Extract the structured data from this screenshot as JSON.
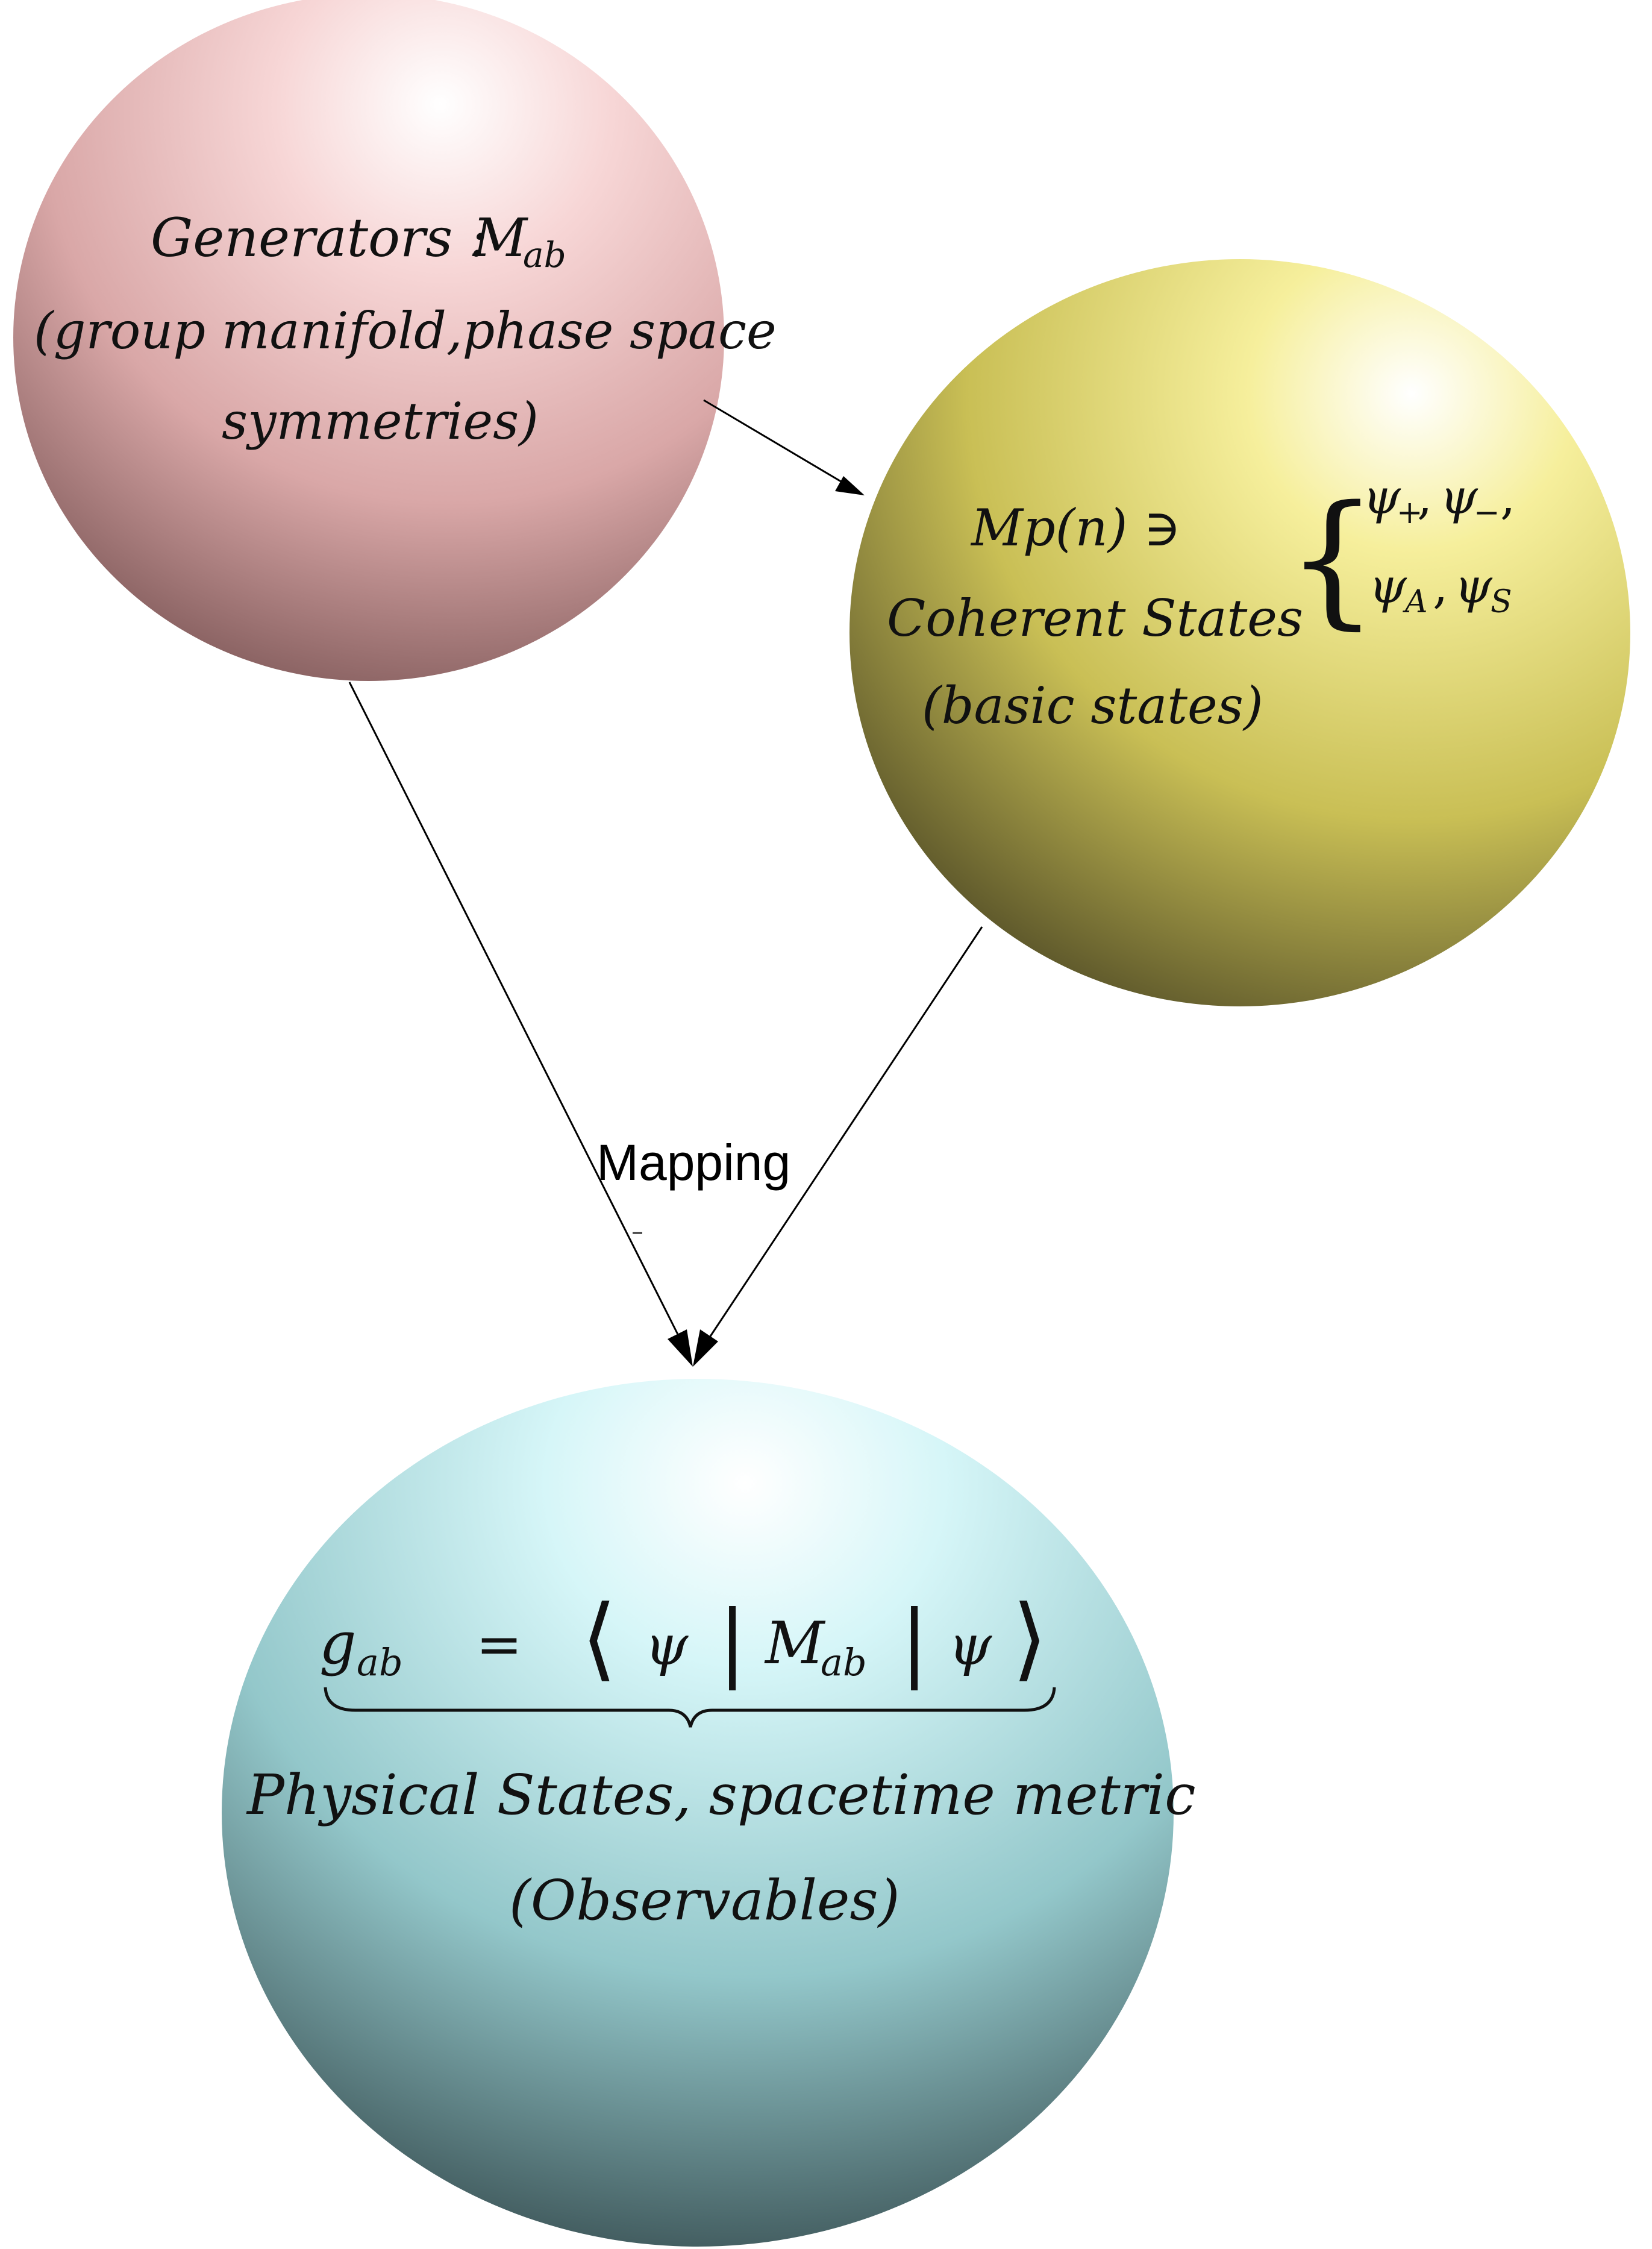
{
  "nodes": {
    "generators": {
      "line1": "Generators :",
      "m_base": "M",
      "m_sub": "ab",
      "line2": "(group manifold,phase space",
      "line3": "symmetries)",
      "color": "#f2c6c6"
    },
    "coherent": {
      "mp": "Mp(n) ∋",
      "line2": "Coherent  States",
      "line3": "(basic states)",
      "brace_open": "{",
      "psi1": "ψ",
      "psi1_sub": "+",
      "psi2": "ψ",
      "psi2_sub": "−",
      "psi3": "ψ",
      "psi3_sub": "A",
      "psi4": "ψ",
      "psi4_sub": "S",
      "comma": ",",
      "color": "#e8df7a"
    },
    "physical": {
      "g_base": "g",
      "g_sub": "ab",
      "equals": "=",
      "langle": "⟨",
      "psi_left": "ψ",
      "bar": "|",
      "m_base": "M",
      "m_sub": "ab",
      "psi_right": "ψ",
      "rangle": "⟩",
      "line2": "Physical  States, spacetime metric",
      "line3": "(Observables)",
      "color": "#b8e3e6"
    }
  },
  "edges": {
    "mapping_label": "Mapping",
    "stroke": "#000000"
  }
}
